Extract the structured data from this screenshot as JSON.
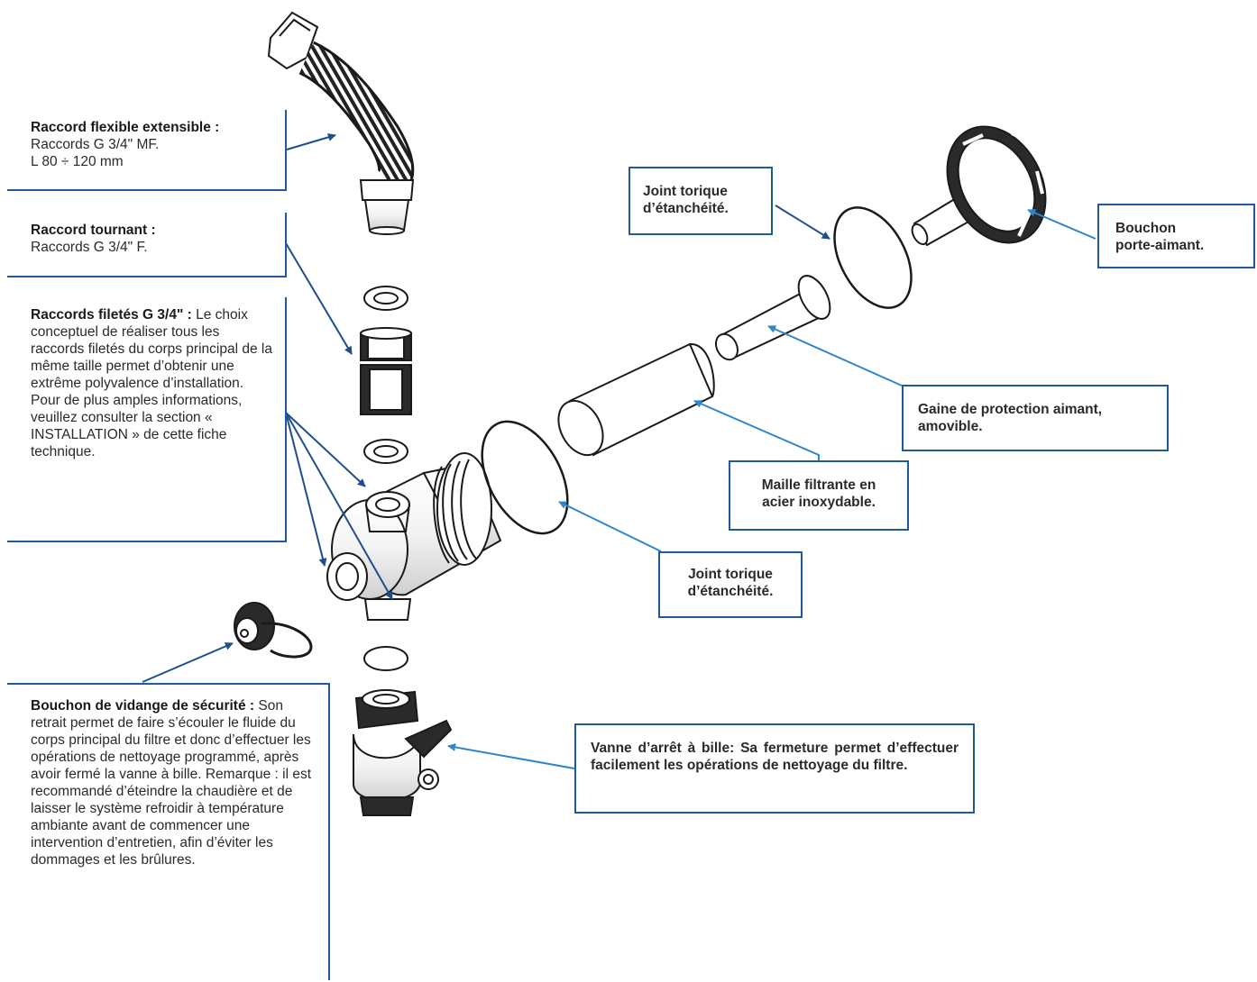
{
  "callouts": {
    "raccord_flexible": {
      "title": "Raccord flexible extensible :",
      "line1": "Raccords G 3/4\" MF.",
      "line2": "L  80 ÷ 120 mm"
    },
    "raccord_tournant": {
      "title": "Raccord tournant :",
      "line1": "Raccords G 3/4\" F."
    },
    "raccords_filetes": {
      "title": "Raccords filetés G 3/4\" :",
      "text": "Le choix conceptuel de réaliser tous les raccords filetés du corps principal de la même taille permet d’obtenir une extrême polyvalence d’installation. Pour de plus amples informations, veuillez consulter la section « INSTALLATION » de cette fiche technique."
    },
    "bouchon_vidange": {
      "title": "Bouchon de vidange de sécurité :",
      "text": "Son retrait permet de faire s’écouler le fluide du corps principal du filtre et donc d’effectuer les opérations de nettoyage programmé, après avoir fermé la vanne à bille.  Remarque : il est recommandé d’éteindre la chaudière et de laisser le système refroidir à température ambiante avant de commencer une intervention d’entretien, afin d’éviter les dommages et les brûlures."
    },
    "joint_torique_haut": {
      "line1": "Joint torique",
      "line2": "d’étanchéité."
    },
    "bouchon_porte_aimant": {
      "line1": "Bouchon",
      "line2": "porte-aimant."
    },
    "gaine_protection": {
      "line1": "Gaine de protection aimant,",
      "line2": "amovible."
    },
    "maille_filtrante": {
      "line1": "Maille filtrante en",
      "line2": "acier inoxydable."
    },
    "joint_torique_bas": {
      "line1": "Joint torique",
      "line2": "d’étanchéité."
    },
    "vanne_arret": {
      "text": "Vanne d’arrêt à bille: Sa fermeture permet d’effectuer facilement les opérations de nettoyage du filtre."
    }
  },
  "colors": {
    "callout_border": "#1f5a9c",
    "arrow_dark": "#1e4f8c",
    "arrow_light": "#2d86c9",
    "part_stroke": "#1a1a1a"
  }
}
